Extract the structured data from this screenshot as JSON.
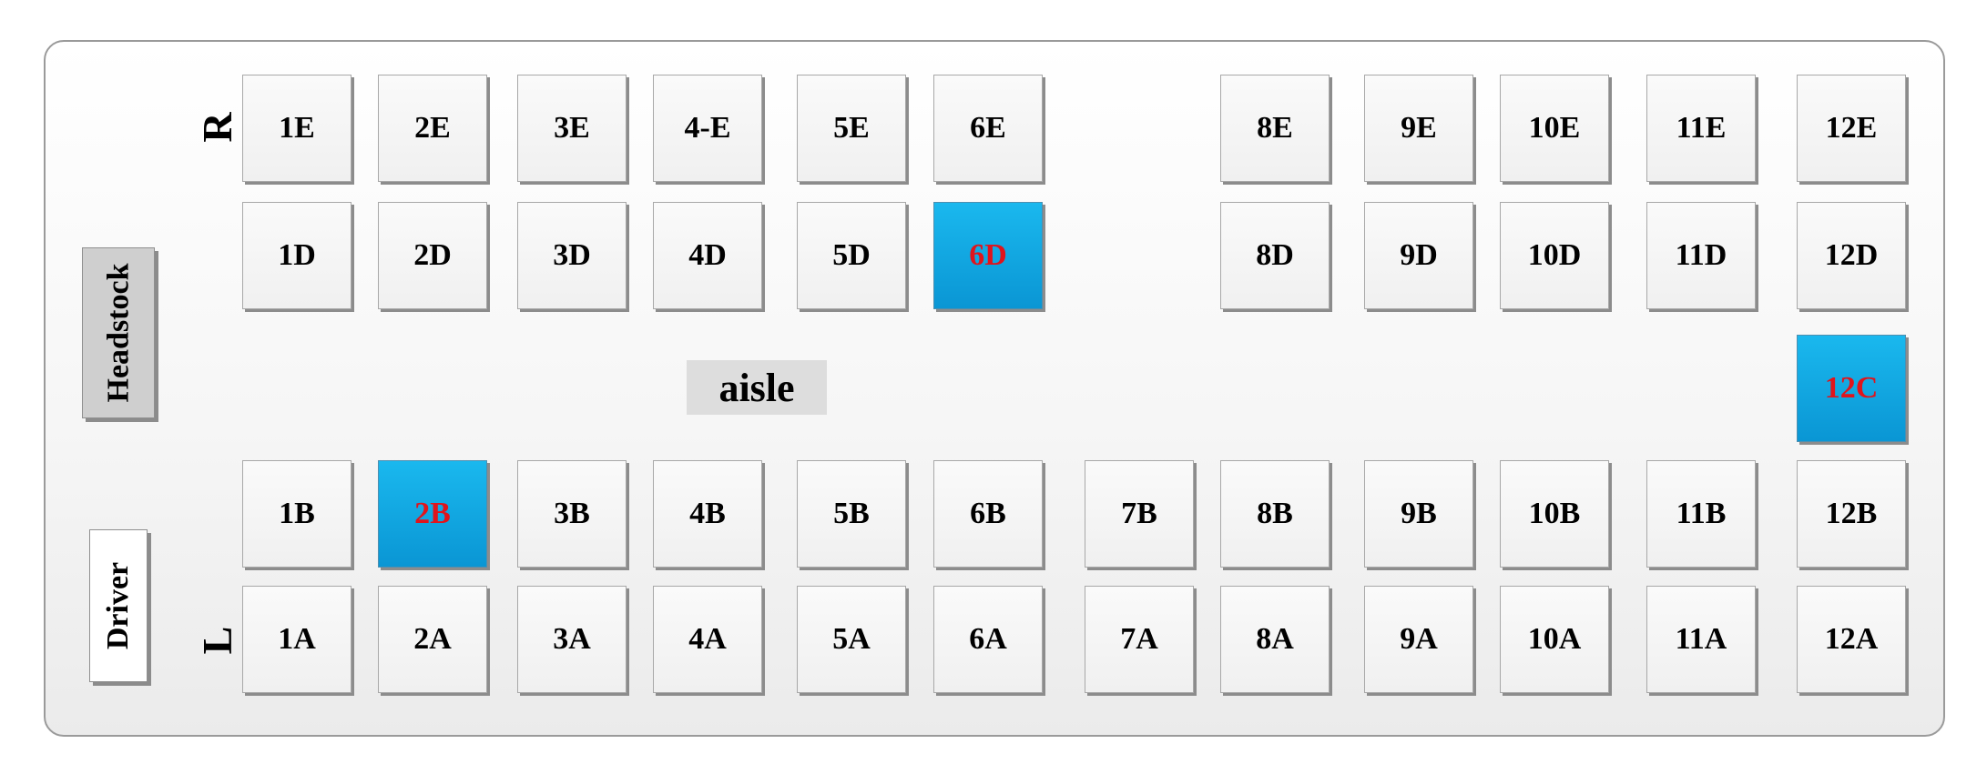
{
  "labels": {
    "right_side": "R",
    "left_side": "L",
    "headstock": "Headstock",
    "driver": "Driver",
    "aisle": "aisle"
  },
  "colors": {
    "selected_fill": "#0fa6e0",
    "selected_text": "#e0141c",
    "seat_fill": "#f4f4f4"
  },
  "rows": {
    "E": [
      {
        "label": "1E",
        "selected": false
      },
      {
        "label": "2E",
        "selected": false
      },
      {
        "label": "3E",
        "selected": false
      },
      {
        "label": "4-E",
        "selected": false
      },
      {
        "label": "5E",
        "selected": false
      },
      {
        "label": "6E",
        "selected": false
      },
      {
        "label": "8E",
        "selected": false
      },
      {
        "label": "9E",
        "selected": false
      },
      {
        "label": "10E",
        "selected": false
      },
      {
        "label": "11E",
        "selected": false
      },
      {
        "label": "12E",
        "selected": false
      }
    ],
    "D": [
      {
        "label": "1D",
        "selected": false
      },
      {
        "label": "2D",
        "selected": false
      },
      {
        "label": "3D",
        "selected": false
      },
      {
        "label": "4D",
        "selected": false
      },
      {
        "label": "5D",
        "selected": false
      },
      {
        "label": "6D",
        "selected": true
      },
      {
        "label": "8D",
        "selected": false
      },
      {
        "label": "9D",
        "selected": false
      },
      {
        "label": "10D",
        "selected": false
      },
      {
        "label": "11D",
        "selected": false
      },
      {
        "label": "12D",
        "selected": false
      }
    ],
    "C": [
      {
        "label": "12C",
        "selected": true
      }
    ],
    "B": [
      {
        "label": "1B",
        "selected": false
      },
      {
        "label": "2B",
        "selected": true
      },
      {
        "label": "3B",
        "selected": false
      },
      {
        "label": "4B",
        "selected": false
      },
      {
        "label": "5B",
        "selected": false
      },
      {
        "label": "6B",
        "selected": false
      },
      {
        "label": "7B",
        "selected": false
      },
      {
        "label": "8B",
        "selected": false
      },
      {
        "label": "9B",
        "selected": false
      },
      {
        "label": "10B",
        "selected": false
      },
      {
        "label": "11B",
        "selected": false
      },
      {
        "label": "12B",
        "selected": false
      }
    ],
    "A": [
      {
        "label": "1A",
        "selected": false
      },
      {
        "label": "2A",
        "selected": false
      },
      {
        "label": "3A",
        "selected": false
      },
      {
        "label": "4A",
        "selected": false
      },
      {
        "label": "5A",
        "selected": false
      },
      {
        "label": "6A",
        "selected": false
      },
      {
        "label": "7A",
        "selected": false
      },
      {
        "label": "8A",
        "selected": false
      },
      {
        "label": "9A",
        "selected": false
      },
      {
        "label": "10A",
        "selected": false
      },
      {
        "label": "11A",
        "selected": false
      },
      {
        "label": "12A",
        "selected": false
      }
    ]
  }
}
